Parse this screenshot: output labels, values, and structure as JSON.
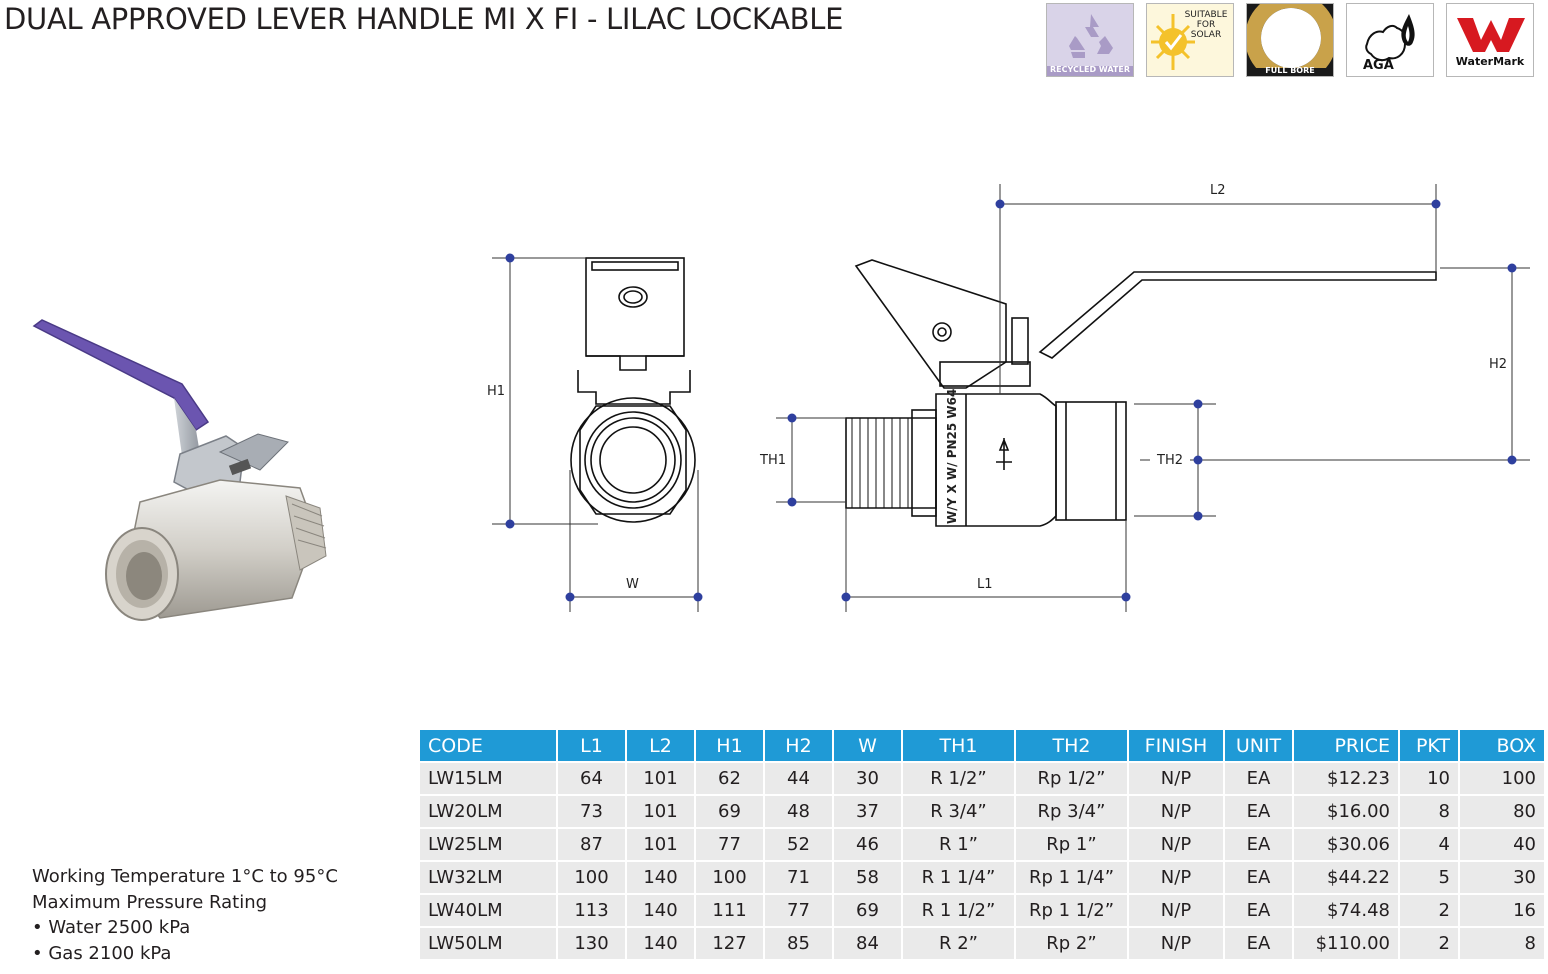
{
  "title": "DUAL APPROVED LEVER HANDLE MI X FI - LILAC LOCKABLE",
  "badges": {
    "recycled": {
      "label": "RECYCLED WATER",
      "icon": "recycle-icon",
      "color": "#a99bc6"
    },
    "solar": {
      "text_1": "SUITABLE",
      "text_2": "FOR",
      "text_3": "SOLAR",
      "icon": "sun-check-icon",
      "color": "#f4c22b"
    },
    "full_bore": {
      "label": "FULL BORE",
      "icon": "ring-icon",
      "color": "#c9a24a"
    },
    "aga": {
      "label": "AGA",
      "icon": "australia-flame-icon"
    },
    "watermark": {
      "label": "WaterMark",
      "icon": "watermark-w-icon",
      "color": "#d71920"
    }
  },
  "dimensions": {
    "h1": "H1",
    "w": "W",
    "l1": "L1",
    "l2": "L2",
    "h2": "H2",
    "th1": "TH1",
    "th2": "TH2",
    "body_marking": "W/Y X W/ PN25 W64"
  },
  "specs": {
    "working_temperature": "Working Temperature  1°C to 95°C",
    "max_pressure": "Maximum Pressure Rating",
    "water": "• Water 2500 kPa",
    "gas": "• Gas 2100 kPa"
  },
  "table": {
    "headers": [
      "CODE",
      "L1",
      "L2",
      "H1",
      "H2",
      "W",
      "TH1",
      "TH2",
      "FINISH",
      "UNIT",
      "PRICE",
      "PKT",
      "BOX"
    ],
    "rows": [
      [
        "LW15LM",
        "64",
        "101",
        "62",
        "44",
        "30",
        "R 1/2”",
        "Rp 1/2”",
        "N/P",
        "EA",
        "$12.23",
        "10",
        "100"
      ],
      [
        "LW20LM",
        "73",
        "101",
        "69",
        "48",
        "37",
        "R 3/4”",
        "Rp 3/4”",
        "N/P",
        "EA",
        "$16.00",
        "8",
        "80"
      ],
      [
        "LW25LM",
        "87",
        "101",
        "77",
        "52",
        "46",
        "R 1”",
        "Rp 1”",
        "N/P",
        "EA",
        "$30.06",
        "4",
        "40"
      ],
      [
        "LW32LM",
        "100",
        "140",
        "100",
        "71",
        "58",
        "R 1 1/4”",
        "Rp 1 1/4”",
        "N/P",
        "EA",
        "$44.22",
        "5",
        "30"
      ],
      [
        "LW40LM",
        "113",
        "140",
        "111",
        "77",
        "69",
        "R 1 1/2”",
        "Rp 1 1/2”",
        "N/P",
        "EA",
        "$74.48",
        "2",
        "16"
      ],
      [
        "LW50LM",
        "130",
        "140",
        "127",
        "85",
        "84",
        "R 2”",
        "Rp 2”",
        "N/P",
        "EA",
        "$110.00",
        "2",
        "8"
      ]
    ]
  },
  "colors": {
    "header_bg": "#1f9ad6",
    "row_bg": "#eaeaea",
    "handle": "#6b55b0",
    "dimension_dot": "#2e3f9e"
  }
}
